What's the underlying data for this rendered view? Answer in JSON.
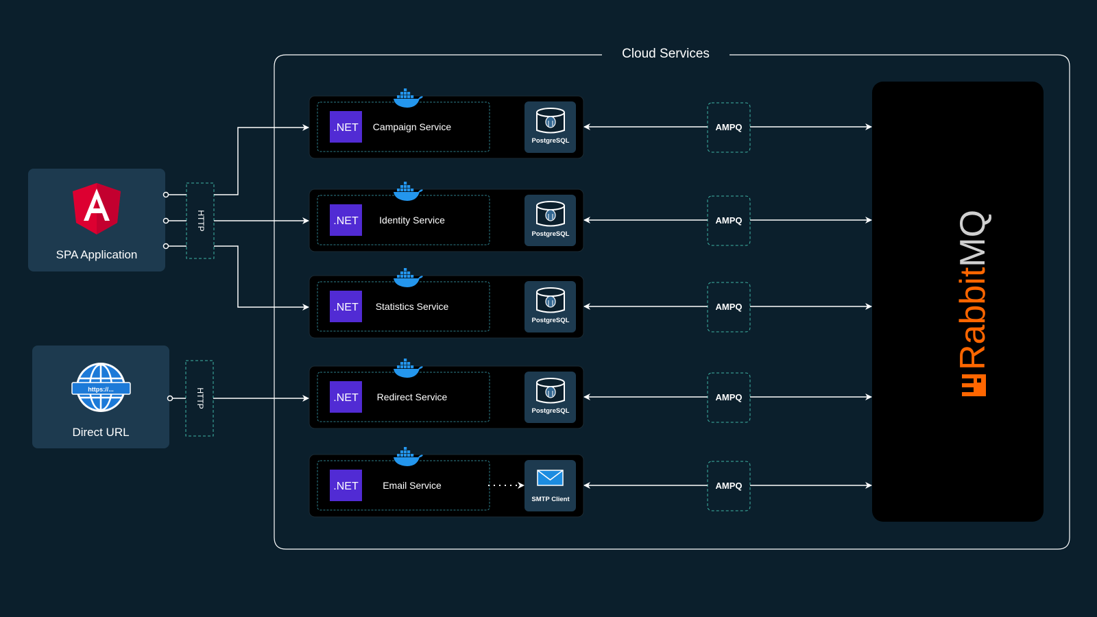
{
  "cloud": {
    "title": "Cloud Services"
  },
  "clients": {
    "spa": {
      "label": "SPA Application",
      "icon": "angular-icon"
    },
    "direct": {
      "label": "Direct URL",
      "icon": "globe-icon",
      "url_badge": "https://..."
    }
  },
  "http_label": "HTTP",
  "services": [
    {
      "name": "Campaign Service",
      "tech": ".NET",
      "store": "PostgreSQL",
      "link": "AMPQ"
    },
    {
      "name": "Identity Service",
      "tech": ".NET",
      "store": "PostgreSQL",
      "link": "AMPQ"
    },
    {
      "name": "Statistics Service",
      "tech": ".NET",
      "store": "PostgreSQL",
      "link": "AMPQ"
    },
    {
      "name": "Redirect Service",
      "tech": ".NET",
      "store": "PostgreSQL",
      "link": "AMPQ"
    },
    {
      "name": "Email Service",
      "tech": ".NET",
      "store": "SMTP Client",
      "link": "AMPQ"
    }
  ],
  "broker": {
    "name_part1": "Rabbit",
    "name_part2": "MQ",
    "icon": "rabbitmq-logo"
  },
  "colors": {
    "background": "#0b1f2c",
    "panel": "#1d3a4f",
    "dotnet": "#512bd4",
    "rabbit_orange": "#ff6600",
    "rabbit_grey": "#cfcfcf",
    "docker_blue": "#2496ed",
    "angular_red": "#dd0031"
  }
}
